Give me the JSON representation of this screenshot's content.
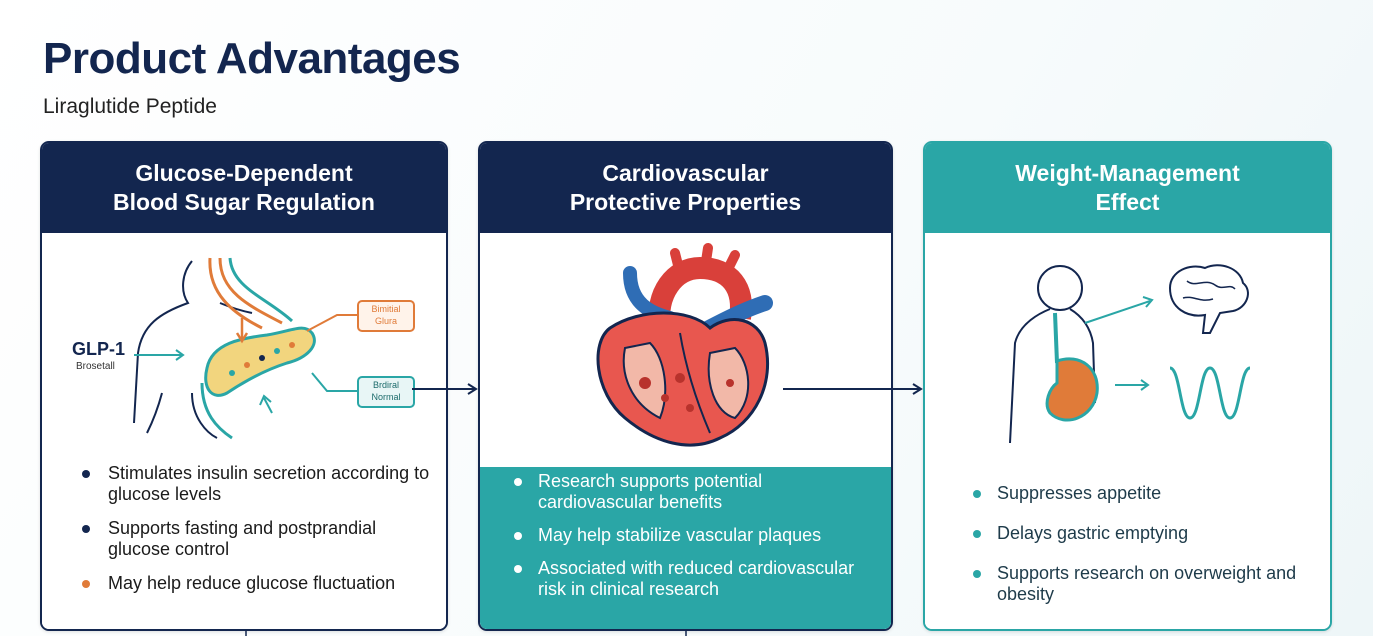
{
  "header": {
    "title": "Product Advantages",
    "subtitle": "Liraglutide Peptide"
  },
  "cards": [
    {
      "title_line1": "Glucose-Dependent",
      "title_line2": "Blood Sugar Regulation",
      "illustration": {
        "glp_label": "GLP-1",
        "glp_sub": "Brosetall",
        "tag_top_line1": "Bimitial",
        "tag_top_line2": "Glura",
        "tag_bottom_line1": "Brdiral",
        "tag_bottom_line2": "Normal"
      },
      "bullets": [
        {
          "text": "Stimulates insulin secretion according to glucose levels",
          "color": "#13264f"
        },
        {
          "text": "Supports fasting and postprandial glucose control",
          "color": "#13264f"
        },
        {
          "text": "May help reduce glucose fluctuation",
          "color": "#e07b39"
        }
      ]
    },
    {
      "title_line1": "Cardiovascular",
      "title_line2": "Protective Properties",
      "bullets": [
        {
          "text": "Research supports potential cardiovascular benefits"
        },
        {
          "text": "May help stabilize vascular plaques"
        },
        {
          "text": "Associated with reduced cardiovascular risk in clinical research"
        }
      ]
    },
    {
      "title_line1": "Weight-Management",
      "title_line2": "Effect",
      "bullets": [
        {
          "text": "Suppresses appetite"
        },
        {
          "text": "Delays gastric emptying"
        },
        {
          "text": "Supports research on overweight and obesity"
        }
      ]
    }
  ],
  "colors": {
    "navy": "#13264f",
    "teal": "#2aa6a6",
    "orange": "#e07b39",
    "heart_red": "#d9403a",
    "vessel_blue": "#2f6db5",
    "pancreas_yellow": "#f2d57e"
  }
}
